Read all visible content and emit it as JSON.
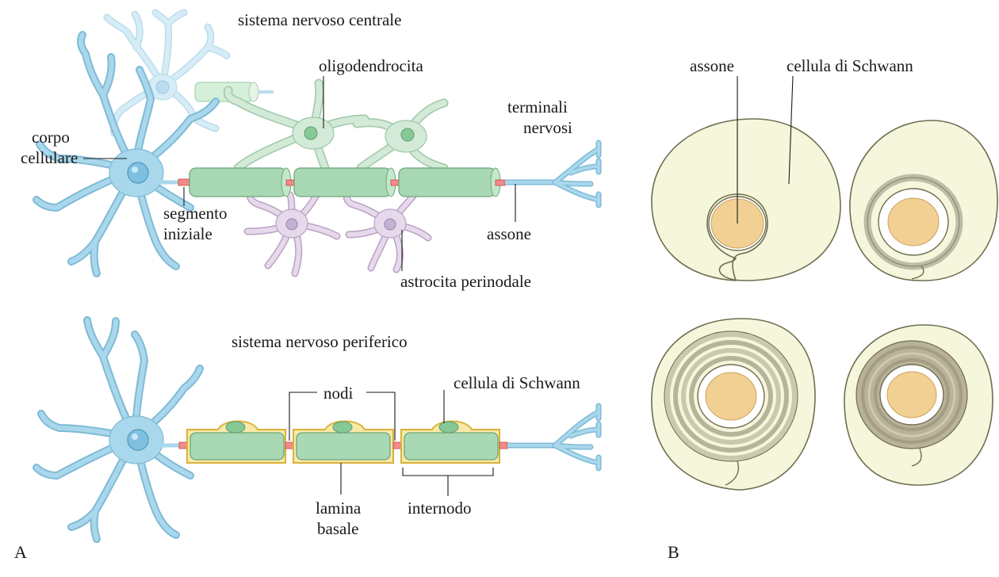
{
  "panel_a": {
    "label": "A",
    "cns": {
      "title": "sistema nervoso centrale",
      "oligodendrocyte": "oligodendrocita",
      "cell_body_1": "corpo",
      "cell_body_2": "cellulare",
      "initial_segment_1": "segmento",
      "initial_segment_2": "iniziale",
      "nerve_terminals_1": "terminali",
      "nerve_terminals_2": "nervosi",
      "axon": "assone",
      "perinodal_astrocyte": "astrocita perinodale"
    },
    "pns": {
      "title": "sistema nervoso periferico",
      "nodes": "nodi",
      "schwann_cell": "cellula di Schwann",
      "basal_lamina_1": "lamina",
      "basal_lamina_2": "basale",
      "internode": "internodo"
    }
  },
  "panel_b": {
    "label": "B",
    "axon": "assone",
    "schwann_cell": "cellula di Schwann"
  },
  "colors": {
    "neuron": "#a9d7ec",
    "myelin": "#a9d9b4",
    "oligodendrocyte": "#d2ead7",
    "astrocyte": "#e6d9ec",
    "node": "#f28a8a",
    "schwann_cytoplasm": "#f6f6dc",
    "axon_core": "#f2cf92",
    "basal_lamina": "#e9c84f"
  }
}
